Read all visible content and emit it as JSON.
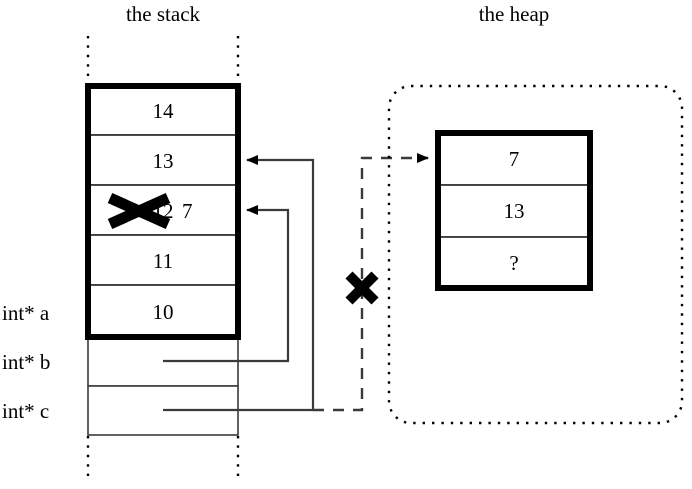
{
  "diagram": {
    "title_stack": "the stack",
    "title_heap": "the heap",
    "line_color": "#000000",
    "background": "#ffffff"
  },
  "stack": {
    "label": "the stack",
    "active_frame_cells": [
      {
        "value": "14",
        "struck": false
      },
      {
        "value": "13",
        "struck": false
      },
      {
        "value": "12",
        "struck": true,
        "replacement": "7"
      },
      {
        "value": "11",
        "struck": false
      },
      {
        "value": "10",
        "struck": false
      }
    ],
    "pointer_rows": [
      {
        "label": "int* a",
        "value": ""
      },
      {
        "label": "int* b",
        "value": ""
      },
      {
        "label": "int* c",
        "value": ""
      }
    ],
    "pointer_row_for_top_cell": "int* a"
  },
  "heap": {
    "label": "the heap",
    "cells": [
      {
        "value": "7"
      },
      {
        "value": "13"
      },
      {
        "value": "?"
      }
    ]
  },
  "annotations": {
    "cross_out_marks": [
      {
        "name": "struck-stack-value",
        "target": "12"
      },
      {
        "name": "severed-heap-pointer",
        "target": "int* c -> heap"
      }
    ],
    "replacement_value": "7",
    "unknown_value": "?"
  }
}
